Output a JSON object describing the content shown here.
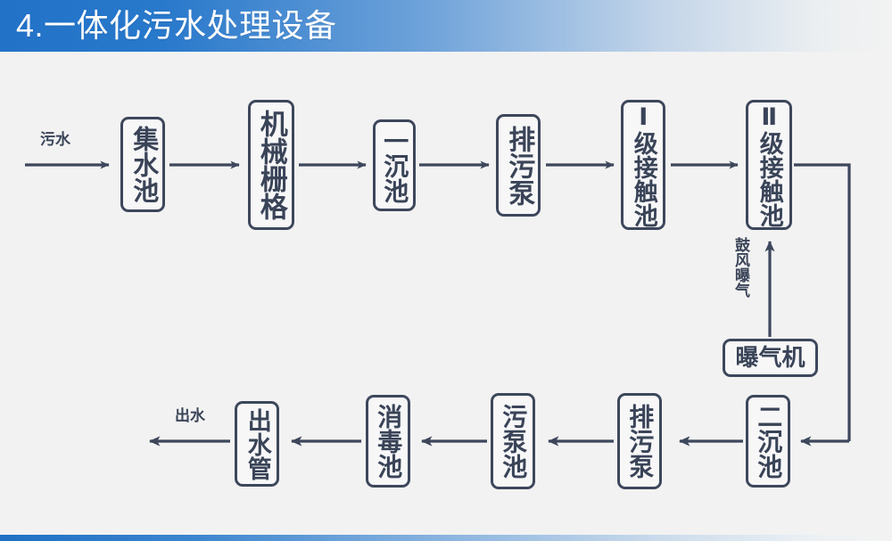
{
  "header": {
    "title": "4.一体化污水处理设备",
    "accent_color": "#2272c8",
    "text_color": "#ffffff"
  },
  "theme": {
    "background": "#f2f2f2",
    "line_color": "#3d475c",
    "node_fill": "#f7f7f8",
    "node_text": "#3a4458"
  },
  "diagram": {
    "type": "process-flow",
    "inlet_label": "污水",
    "outlet_label": "出水",
    "aeration_label": "鼓风曝气",
    "top_row": [
      {
        "id": "collection-tank",
        "label": "集水池",
        "chars": 3
      },
      {
        "id": "mechanical-grating",
        "label": "机械栅格",
        "chars": 4
      },
      {
        "id": "primary-sedimentation-tank",
        "label": "一沉池",
        "chars": 3
      },
      {
        "id": "sewage-pump-top",
        "label": "排污泵",
        "chars": 3
      },
      {
        "id": "contact-tank-1",
        "label": "Ⅰ级接触池",
        "chars": 5
      },
      {
        "id": "contact-tank-2",
        "label": "Ⅱ级接触池",
        "chars": 5
      }
    ],
    "aerator": {
      "id": "aerator",
      "label": "曝气机"
    },
    "bottom_row": [
      {
        "id": "secondary-sedimentation-tank",
        "label": "二沉池",
        "chars": 3
      },
      {
        "id": "sewage-pump-bottom",
        "label": "排污泵",
        "chars": 3
      },
      {
        "id": "sludge-pump-tank",
        "label": "污泵池",
        "chars": 3
      },
      {
        "id": "disinfection-tank",
        "label": "消毒池",
        "chars": 3
      },
      {
        "id": "effluent-pipe",
        "label": "出水管",
        "chars": 3
      }
    ]
  }
}
